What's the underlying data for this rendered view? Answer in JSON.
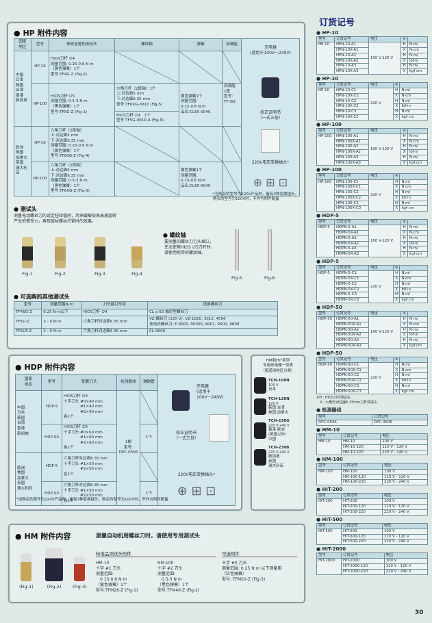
{
  "hp": {
    "title": "HP 附件内容",
    "headers": [
      "国家\n地区",
      "型号",
      "带安全框的测试头",
      "螺纹轴",
      "弹簧",
      "润滑脂"
    ],
    "region1": "中国\n日本\n韩国\n台湾\n香港\n新加坡",
    "region2": "欧洲\n美国\n加拿大\n英国\n澳大利亚",
    "r1_model": "HP-10",
    "r1_head": "HIOS刀杆 ∅4\n测量范围: 0.15-0.6 N·m\n（黄色弹簧）1个\n型号:TF4G-Z (Fig-2)",
    "r2_model": "HP-100",
    "r2_head": "HIOS刀杆 ∅5\n测量范围: 0.5-3 N·m\n（黑色弹簧）1个\n型号:TF5G-Z (Fig-1)",
    "r2_shaft1": "六角刀杆（2段轴）1个\n上:对边面5 mm\n下:对边面6.35 mm\n型号:TF6XG-0010 (Fig-5)",
    "r2_shaft2": "HIOS刀杆 ∅4　1个\n型号:TF5G-0010-4 (Fig-6)",
    "spring": "黄色弹簧1个\n测量范围:\n0.15-0.6 N·m\n品名:CL65-0040",
    "grease": "润滑脂\n1管\n型号:\nTF-G3",
    "r3_model": "HP-10",
    "r3_head": "六角刀杆（2段轴）\n上:对边面5 mm\n下:对边面6.35 mm\n测量范围: 0.15-0.6 N·m\n（黄色弹簧）1个\n型号:TF6SG-Z (Fig-4)",
    "r4_model": "HP-100",
    "r4_head": "六角刀杆（2段轴）\n上:对边面5 mm\n下:对边面6.35 mm\n测量范围: 0.5-3 N·m\n（黑色弹簧）1个\n型号:TF6XG-Z (Fig-3)",
    "charger": "充电器\n(适用于100V－240V)",
    "cert": "校正证明书\n（一式三份）",
    "plug": "220V电压变换插头*",
    "note": "*当购买的型号为220V产品时，备有3种变换插头，\n购买的型号为100V时，不作为附件配备"
  },
  "head": {
    "title": "测试头",
    "desc": "测量电动螺丝刀的设定扭矩值时，用来缓解吸收高速旋转\n产生的惯性力，再现旋丝螺丝拧紧时的效果。",
    "figs": [
      "Fig-1",
      "Fig-2",
      "Fig-3",
      "Fig-4"
    ]
  },
  "shaft": {
    "title": "螺纹轴",
    "desc": "要测量的螺丝刀刀头插口，\n无法使用HIOS ∅5刀杆时，\n请使用附带的螺纹轴。",
    "figs": [
      "Fig-5",
      "Fig-6"
    ]
  },
  "other": {
    "title": "可选购的其他测试头",
    "headers": [
      "型号",
      "测量范围N·m",
      "刀头插口形状",
      "适用螺丝刀"
    ],
    "rows": [
      [
        "TF4SG-Z",
        "0.25 N·m以下",
        "HIOS刀杆 ∅4",
        "CL·α·SS 袖珍型螺丝刀"
      ],
      [
        "TF6U-Z",
        "3 - 9 N·m",
        "六角刀杆对边面6.35 mm",
        "VZ 螺丝刀 (120 V): VZ-1820, 3012, 4506\n充电式螺丝刀: F-9000, 9000S, 9001, 9500, 9800"
      ],
      [
        "TF6UP-Z",
        "3 - 9 N·m",
        "六角刀杆对边面6.35 mm",
        "CL-9000"
      ]
    ]
  },
  "hdp": {
    "title": "HDP 附件内容",
    "headers": [
      "国家\n地区",
      "型号",
      "配套刀头",
      "检测器线",
      "辅助管"
    ],
    "region1": "中国\n日本\n韩国\n台湾\n香港\n新加坡",
    "region2": "欧洲\n美国\n加拿大\n英国\n澳大利亚",
    "rows": [
      [
        "HDP-5",
        "HIOS刀杆 ∅4\n十字刀头 #0×40 mm\n　　　　 #1×40 mm\n　　　　 #2×40 mm\n各1个"
      ],
      [
        "HDP-50",
        "HIOS刀杆 ∅5\n十字刀头 #0×60 mm\n　　　　 #1×60 mm\n　　　　 #2×60 mm\n各1个"
      ],
      [
        "HDP-5",
        "六角刀杆对边面6.35 mm\n十字刀头 #1×50 mm\n　　　　 #2×50 mm\n各1个"
      ],
      [
        "HDP-50",
        "六角刀杆对边面6.35 mm\n十字刀头 #1×50 mm\n　　　　 #2×50 mm\n各1个"
      ]
    ],
    "cable": "1根\n型号:\nDPC-0506",
    "tube": "1个",
    "charger": "充电器\n(适用于\n100V－240V)",
    "cert": "校正证明书\n（一式三份）",
    "plug": "220V电压变换插头*",
    "note": "*当购买的型号为220V产品时，备有3种变换插头，购买的型号为100V时，不作为附件配备"
  },
  "chargers": {
    "title": "HM和HIT系列\n专用充电器一览表\n（按适用地区分类）",
    "items": [
      {
        "model": "TCH-100N",
        "volt": "100 V",
        "region": "日本"
      },
      {
        "model": "TCH-120N",
        "volt": "120 V",
        "region": "韩国 台湾\n美国 加拿大"
      },
      {
        "model": "TCH-230G",
        "volt": "220 V-240 V",
        "region": "香港 欧洲\n(英国以外)\n中国"
      },
      {
        "model": "TCH-230B",
        "volt": "220 V-240 V",
        "region": "新加坡\n英国\n澳大利亚"
      }
    ]
  },
  "hm": {
    "title": "HM 附件内容",
    "subtitle": "测量自动机用螺丝刀时，请使用专用测试头",
    "std": "标准品测试头附件",
    "opt": "可选附件",
    "figs": [
      "(Fig-1)",
      "(Fig-2)",
      "(Fig-3)"
    ],
    "hm10": "HM-10\n十字 #1 刀头\n测量范围:\n　0.15-0.6 N·m\n（黄色弹簧）1个\n型号:TFM26-Z (Fig-1)",
    "hm100": "HM-100\n十字 #2 刀头\n测量范围:\n　0.5-3 N·m\n（黑色弹簧）1个\n型号:TFM40-Z (Fig-2)",
    "option": "十字 #0 刀头\n测量范围: 0.25 N·m 以下测量用\n（红色弹簧）\n型号: TFM20-Z (Fig-3)"
  },
  "order": {
    "title": "订货记号",
    "headers6": [
      "型号",
      "订货记号",
      "电压",
      "※",
      ""
    ],
    "units": [
      [
        "H",
        "N·m/"
      ],
      [
        "X",
        "N·cm"
      ],
      [
        "H",
        "N·m/"
      ],
      [
        "X",
        "lbf·in"
      ],
      [
        "H",
        "N·m/"
      ],
      [
        "X",
        "kgf·cm"
      ]
    ],
    "groups": [
      {
        "name": "HP-10",
        "model": "HP-10",
        "volt": "100 V-120 V",
        "codes": [
          "HPN-10-A1",
          "HPN-10X-A1",
          "HPN-10-A2",
          "HPN-10X-A2",
          "HPN-10-A3",
          "HPN-10X-A3"
        ]
      },
      {
        "name": "HP-10",
        "model": "HP-10",
        "volt": "220 V",
        "codes": [
          "HPN-10-C1",
          "HPN-10X-C1",
          "HPN-10-C2",
          "HPN-10X-C2",
          "HPN-10-C3",
          "HPN-10X-C3"
        ]
      },
      {
        "name": "HP-100",
        "model": "HP-100",
        "volt": "100 V-120 V",
        "codes": [
          "HPN-100-A1",
          "HPN-100X-A1",
          "HPN-100-A2",
          "HPN-100X-A2",
          "HPN-100-A3",
          "HPN-100X-A3"
        ]
      },
      {
        "name": "HP-100",
        "model": "HP-100",
        "volt": "220 V",
        "codes": [
          "HPN-100-C1",
          "HPN-100X-C1",
          "HPN-100-C2",
          "HPN-100X-C2",
          "HPN-100-C3",
          "HPN-100X-C3"
        ]
      },
      {
        "name": "HDP-5",
        "model": "HDP-5",
        "volt": "100 V-120 V",
        "codes": [
          "HDPN-5-A1",
          "HDPN-5X-A1",
          "HDPN-5-A2",
          "HDPN-5X-A2",
          "HDPN-5-A3",
          "HDPN-5X-A3"
        ]
      },
      {
        "name": "HDP-5",
        "model": "HDP-5",
        "volt": "220 V",
        "codes": [
          "HDPN-5-C1",
          "HDPN-5X-C1",
          "HDPN-5-C2",
          "HDPN-5X-C2",
          "HDPN-5-C3",
          "HDPN-5X-C3"
        ]
      },
      {
        "name": "HDP-50",
        "model": "HDP-50",
        "volt": "100 V-120 V",
        "codes": [
          "HDPN-50-A1",
          "HDPN-50X-A1",
          "HDPN-50-A2",
          "HDPN-50X-A2",
          "HDPN-50-A3",
          "HDPN-50X-A3"
        ]
      },
      {
        "name": "HDP-50",
        "model": "HDP-50",
        "volt": "220 V",
        "codes": [
          "HDPN-50-C1",
          "HDPN-50X-C1",
          "HDPN-50-C2",
          "HDPN-50X-C2",
          "HDPN-50-C3",
          "HDPN-50X-C3"
        ]
      }
    ],
    "note": "※H : HIOS刀杆测试头\n　X : 六角形对边面6.35mm刀杆测试头",
    "cable": {
      "name": "检测器线",
      "headers": [
        "型号",
        "订货记号"
      ],
      "row": [
        "DPC-0506",
        "DPC-0506"
      ]
    },
    "headers3": [
      "型号",
      "订货记号",
      "电压"
    ],
    "small": [
      {
        "name": "HM-10",
        "model": "HM-10",
        "codes": [
          "HM-10",
          "HM-10-120",
          "HM-10-220"
        ],
        "volts": [
          "100 V",
          "110 V - 120 V",
          "220 V - 240 V"
        ]
      },
      {
        "name": "HM-100",
        "model": "HM-100",
        "codes": [
          "HM-100",
          "HM-100-120",
          "HM-100-220"
        ],
        "volts": [
          "100 V",
          "110 V - 120 V",
          "220 V - 240 V"
        ]
      },
      {
        "name": "HIT-200",
        "model": "HIT-200",
        "codes": [
          "HIT-200",
          "HIT-200-120",
          "HIT-200-220"
        ],
        "volts": [
          "100 V",
          "110 V - 120 V",
          "220 V - 240 V"
        ]
      },
      {
        "name": "HIT-500",
        "model": "HIT-500",
        "codes": [
          "HIT-500",
          "HIT-500-120",
          "HIT-500-220"
        ],
        "volts": [
          "100 V",
          "110 V - 120 V",
          "220 V - 240 V"
        ]
      },
      {
        "name": "HIT-2000",
        "model": "HIT-2000",
        "codes": [
          "HIT-2000",
          "HIT-2000-120",
          "HIT-2000-220"
        ],
        "volts": [
          "100 V",
          "110 V - 120 V",
          "220 V - 240 V"
        ]
      }
    ]
  },
  "page_number": "30"
}
